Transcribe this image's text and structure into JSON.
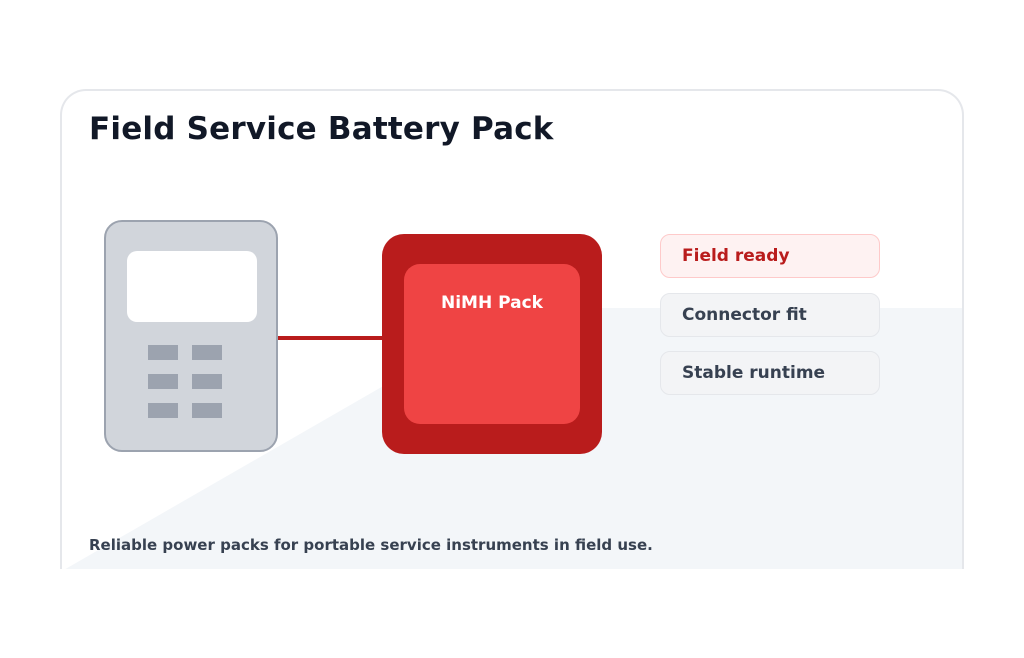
{
  "page": {
    "title": "Field Service Battery Pack",
    "caption": "Reliable power packs for portable service instruments in field use."
  },
  "pack": {
    "label": "NiMH Pack"
  },
  "features": [
    {
      "label": "Field ready",
      "active": true
    },
    {
      "label": "Connector fit",
      "active": false
    },
    {
      "label": "Stable runtime",
      "active": false
    }
  ],
  "colors": {
    "accent": "#b91c1c",
    "pack_core": "#ef4444",
    "title": "#111827",
    "text": "#374151",
    "device_body": "#d1d5db",
    "device_outline": "#9ca3af",
    "background_tint": "#f3f6f9"
  },
  "icons": {
    "device": "handheld-instrument-icon",
    "pack": "battery-pack-icon"
  }
}
